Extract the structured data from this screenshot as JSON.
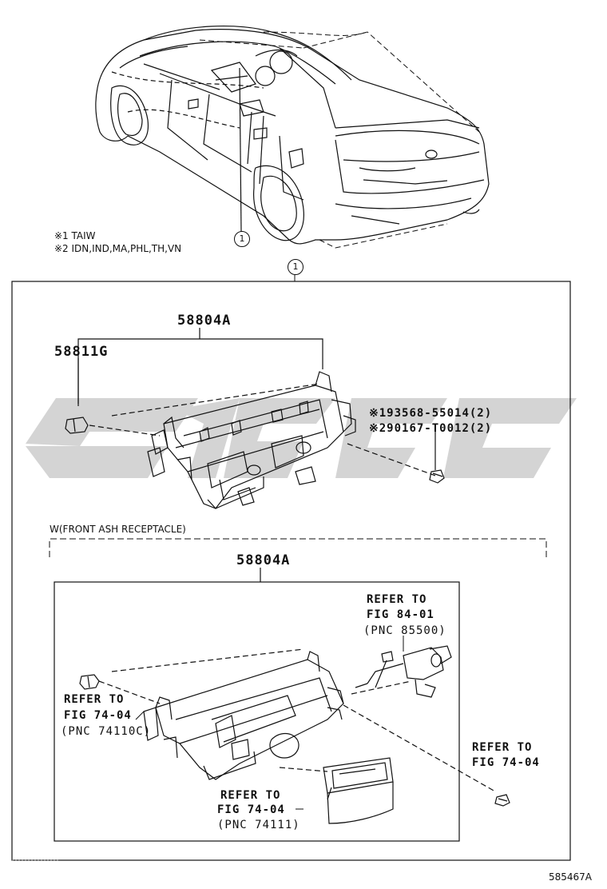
{
  "notes": [
    "※1 TAIW",
    "※2 IDN,IND,MA,PHL,TH,VN"
  ],
  "callout_marker": "1",
  "upper": {
    "assembly_part": "58804A",
    "sub_part": "58811G",
    "bolt_part_1": "※193568-55014(2)",
    "bolt_part_2": "※290167-T0012(2)"
  },
  "variant": {
    "label": "W(FRONT ASH RECEPTACLE)",
    "assembly_part": "58804A",
    "ref_socket": [
      "REFER TO",
      "FIG 84-01",
      "(PNC 85500)"
    ],
    "ref_clip": [
      "REFER TO",
      "FIG 74-04",
      "(PNC 74110C)"
    ],
    "ref_ashtray": [
      "REFER TO",
      "FIG 74-04",
      "(PNC 74111)"
    ],
    "ref_bolt": [
      "REFER TO",
      "FIG 74-04"
    ]
  },
  "figure_id": "585467A",
  "colors": {
    "line": "#111111",
    "watermark": "#d4d4d4"
  }
}
